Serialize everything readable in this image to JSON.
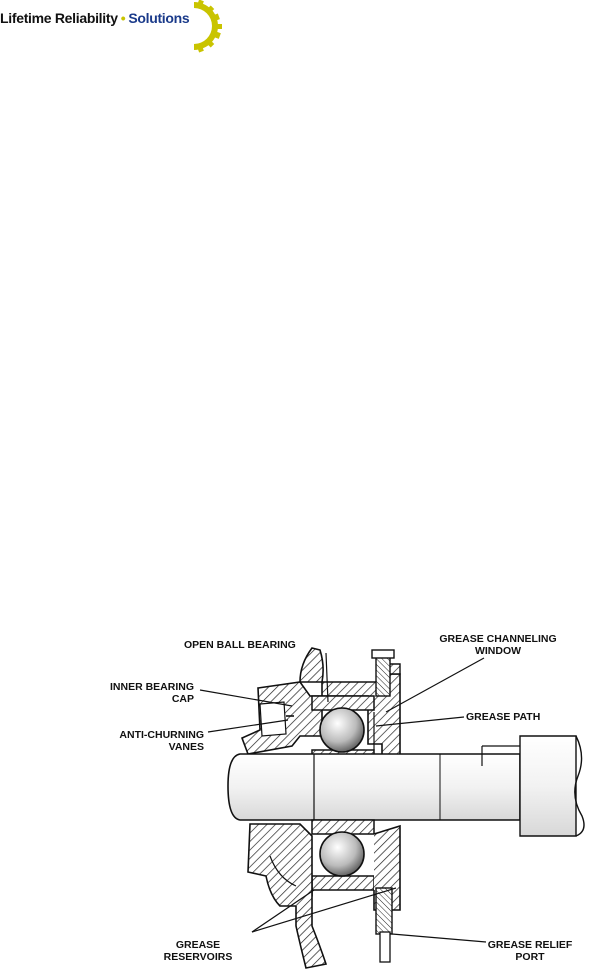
{
  "logo": {
    "word_a": "Lifetime Reliability",
    "separator": "•",
    "word_b": "Solutions",
    "gear_color": "#c9c400",
    "text_color": "#1a3a8a"
  },
  "diagram": {
    "labels": {
      "open_ball_bearing": "OPEN BALL BEARING",
      "grease_channeling_1": "GREASE CHANNELING",
      "grease_channeling_2": "WINDOW",
      "inner_bearing_cap_1": "INNER BEARING",
      "inner_bearing_cap_2": "CAP",
      "grease_path": "GREASE PATH",
      "anti_churning_1": "ANTI-CHURNING",
      "anti_churning_2": "VANES",
      "grease_reservoirs_1": "GREASE",
      "grease_reservoirs_2": "RESERVOIRS",
      "grease_relief_1": "GREASE RELIEF",
      "grease_relief_2": "PORT"
    }
  }
}
